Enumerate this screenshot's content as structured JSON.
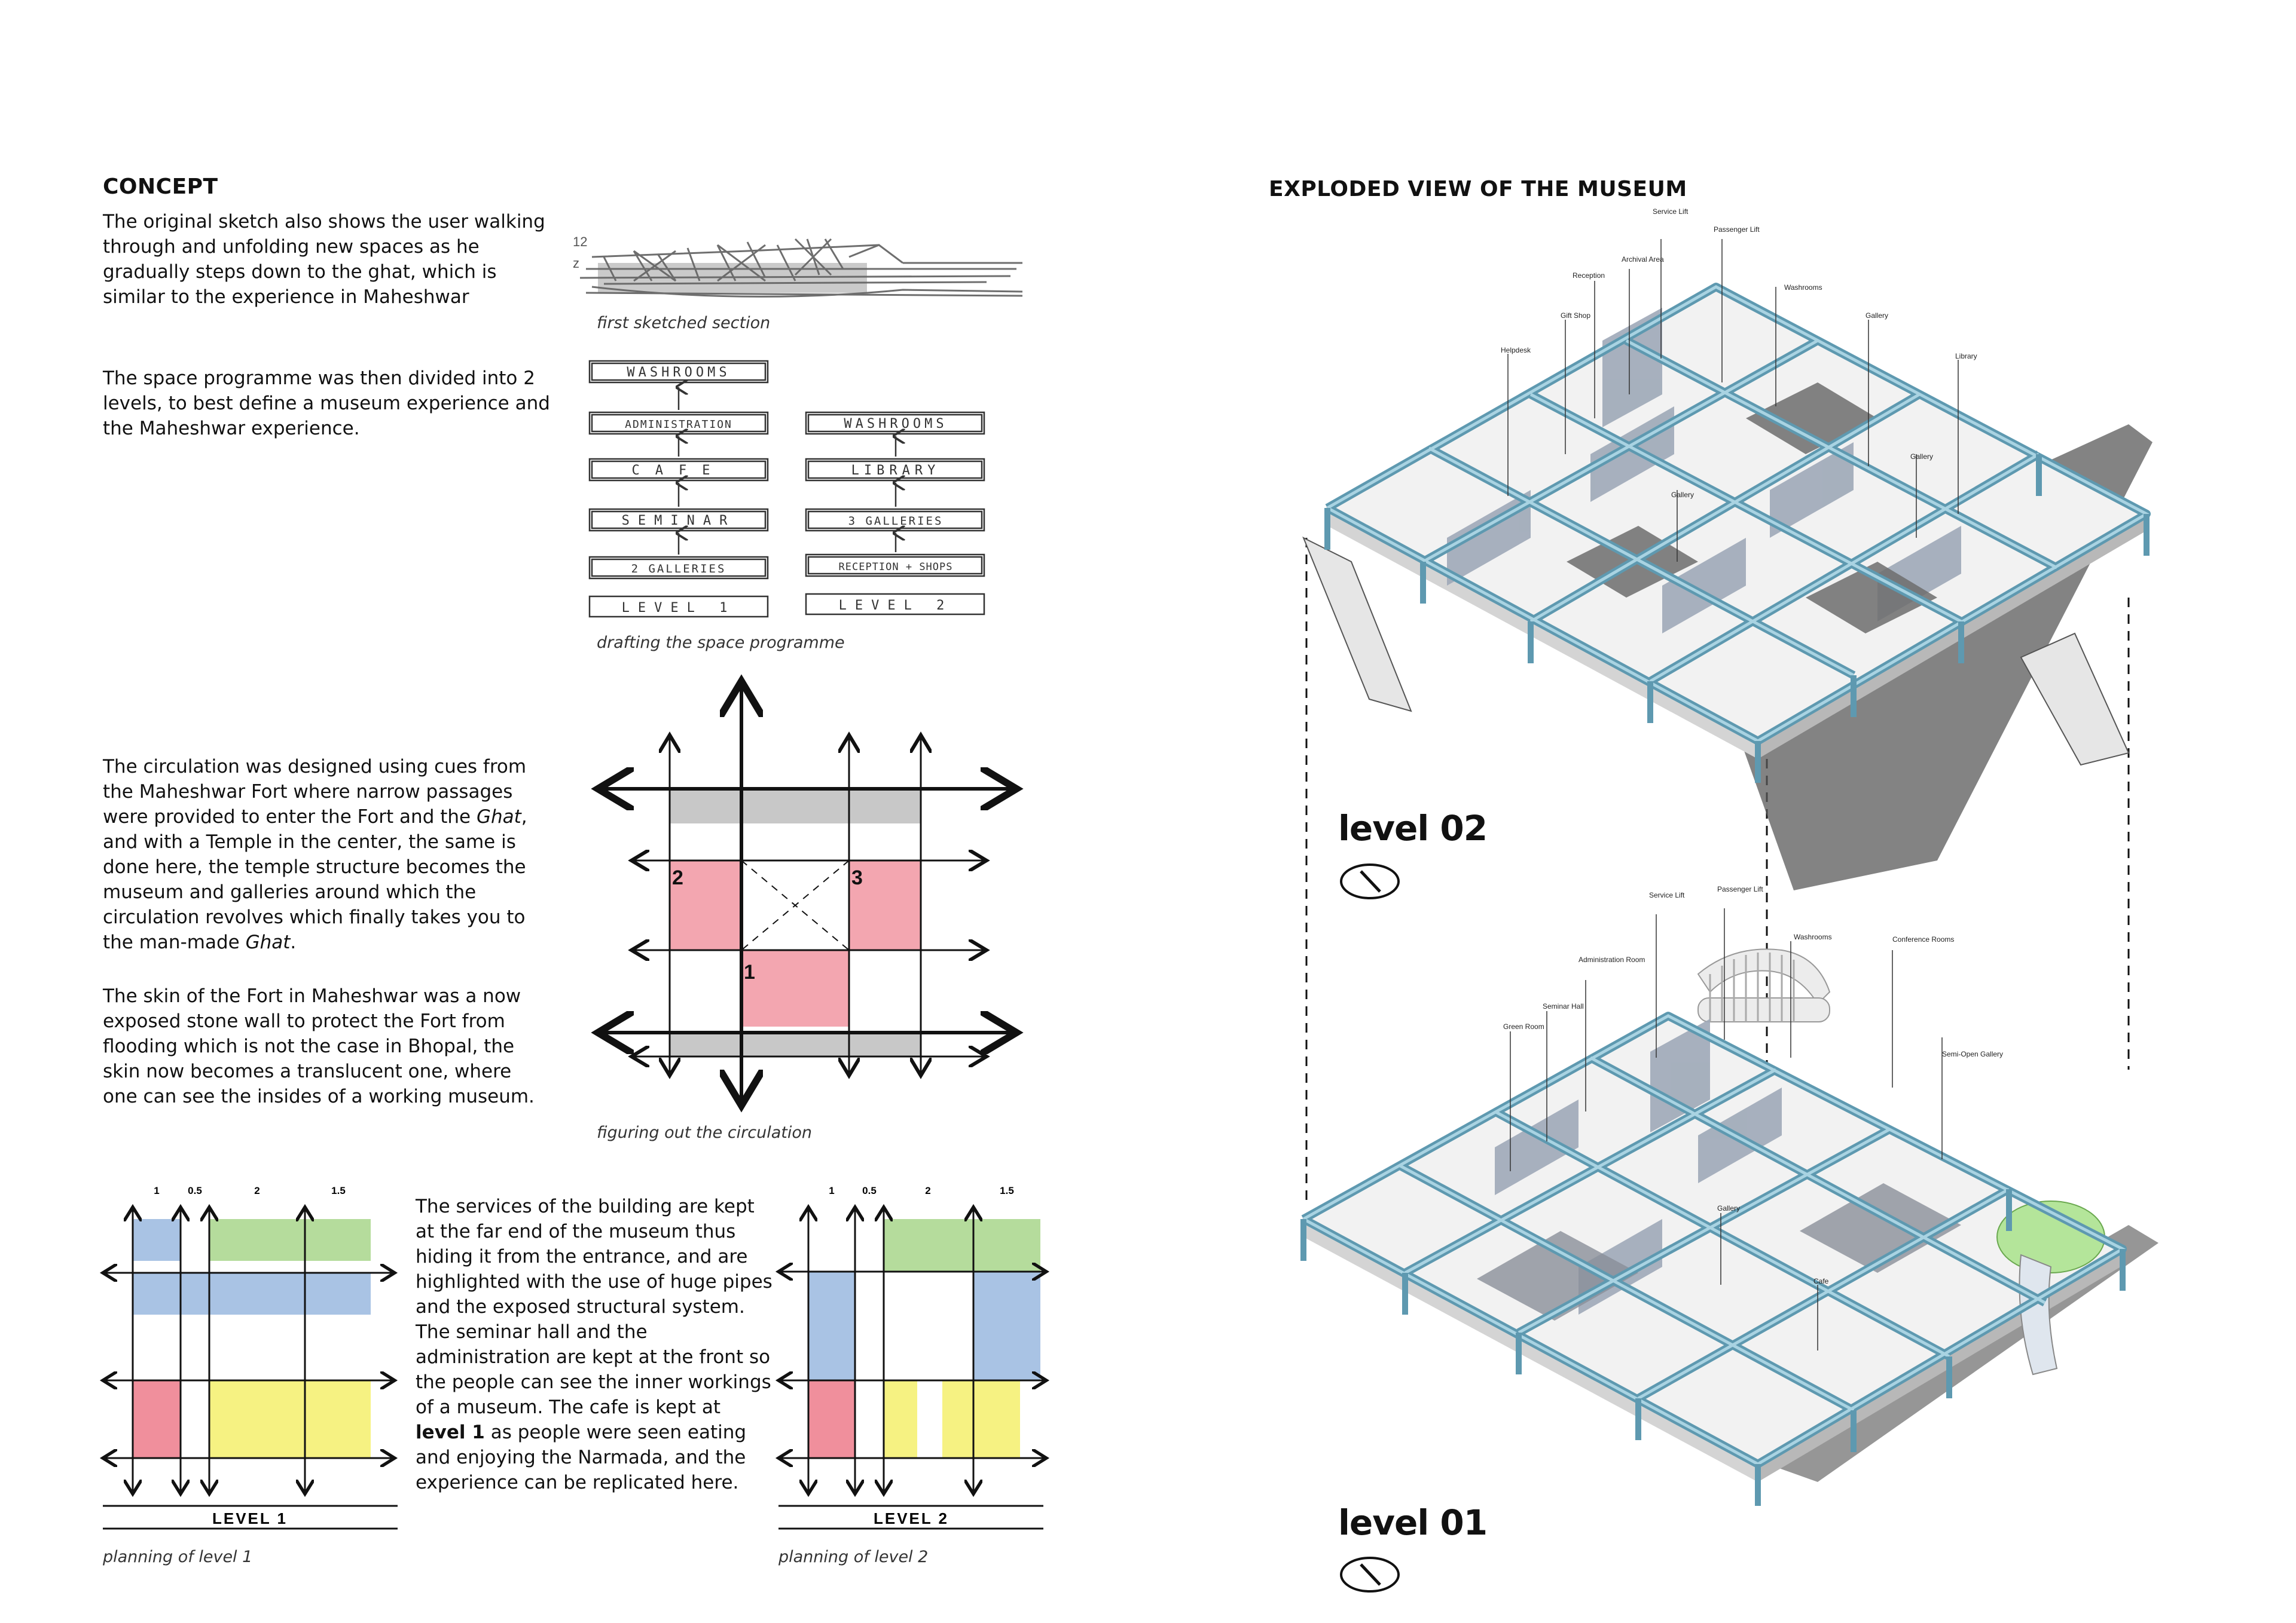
{
  "concept": {
    "title": "CONCEPT",
    "p1": "The original sketch also shows the user walking through and unfolding new spaces as he gradually steps down to the ghat, which is similar to the experience in Maheshwar",
    "p2": "The space programme was then divided into 2 levels, to best define a museum experience and the Maheshwar experience.",
    "p3_a": "The circulation was designed using cues from the Maheshwar Fort where narrow passages were provided to enter the Fort and the ",
    "p3_ghat": "Ghat",
    "p3_b": ", and with a Temple in the center, the same is done here, the temple structure becomes the museum and galleries around which the circulation revolves which finally takes you to the man-made ",
    "p3_ghat2": "Ghat",
    "p3_c": ".",
    "p4": "The skin of the Fort in Maheshwar was a now exposed stone wall to protect the Fort from flooding which is not the case in Bhopal, the skin now becomes a translucent one, where one can see the insides of a working museum.",
    "p5_a": "The services of the building are kept at the far end of the museum thus hiding it from the entrance, and are highlighted with the use of huge pipes and the exposed structural system. The seminar hall and the administration are kept at the front so the people can see the inner workings of a museum. The cafe is kept at ",
    "p5_bold": "level 1",
    "p5_b": " as people were seen eating and enjoying the Narmada, and the experience can be replicated here."
  },
  "captions": {
    "sketch": "first sketched section",
    "programme": "drafting the space programme",
    "circulation": "figuring out the circulation",
    "plan1": "planning of level 1",
    "plan2": "planning of level 2"
  },
  "programme": {
    "level1": [
      "WASHROOMS",
      "ADMINISTRATION",
      "CAFE",
      "SEMINAR",
      "2 GALLERIES",
      "LEVEL 1"
    ],
    "level2": [
      "WASHROOMS",
      "LIBRARY",
      "3 GALLERIES",
      "RECEPTION + SHOPS",
      "LEVEL 2"
    ]
  },
  "circulation_numbers": [
    "1",
    "2",
    "3"
  ],
  "plans": {
    "level1": {
      "dims": [
        "1",
        "0.5",
        "2",
        "1.5"
      ],
      "label": "LEVEL 1"
    },
    "level2": {
      "dims": [
        "1",
        "0.5",
        "2",
        "1.5"
      ],
      "label": "LEVEL 2"
    }
  },
  "colors": {
    "blue": "#a9c3e4",
    "green": "#b5dc9c",
    "pink": "#f08f9c",
    "yellow": "#f6f282",
    "grey": "#c8c8c8",
    "circ_pink": "#f3a6b0",
    "steel": "#7fb6cc"
  },
  "exploded": {
    "title": "EXPLODED VIEW OF THE MUSEUM",
    "level02": {
      "title": "level 02",
      "labels": [
        "Service Lift",
        "Passenger Lift",
        "Archival Area",
        "Reception",
        "Washrooms",
        "Gift Shop",
        "Gallery",
        "Helpdesk",
        "Library",
        "Gallery",
        "Gallery"
      ]
    },
    "level01": {
      "title": "level 01",
      "labels": [
        "Service Lift",
        "Passenger Lift",
        "Washrooms",
        "Conference Rooms",
        "Administration Room",
        "Seminar Hall",
        "Green Room",
        "Semi-Open Gallery",
        "Gallery",
        "Cafe"
      ]
    }
  }
}
